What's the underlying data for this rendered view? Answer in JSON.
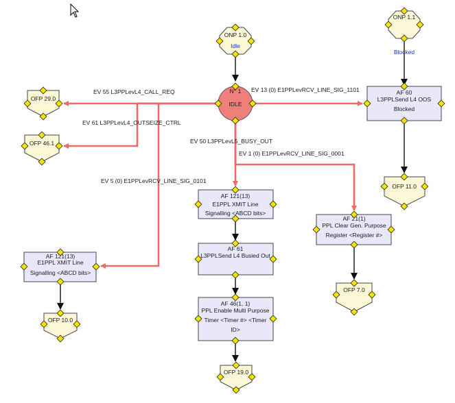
{
  "diagram": {
    "state": {
      "line1": "N° 1",
      "line2": "IDLE"
    },
    "onp_top": {
      "line1": "ONP 1.0",
      "line2": "Idle"
    },
    "onp_right": {
      "line1": "ONP 1.1",
      "line2": "Blocked"
    },
    "af60": {
      "line1": "AF 60",
      "line2": "L3PPLSend L4 OOS",
      "line3": "Blocked"
    },
    "af121_mid": {
      "line1": "AF 121(13)",
      "line2": "E1PPL XMIT Line",
      "line3": "Signalling <ABCD bits>"
    },
    "af61": {
      "line1": "AF 61",
      "line2": "L3PPLSend L4 Busied Out"
    },
    "af46": {
      "line1": "AF 46(1, 1)",
      "line2": "PPL Enable Multi Purpose",
      "line3": "Timer <Timer #> <Timer",
      "line4": "ID>"
    },
    "af21": {
      "line1": "AF 21(1)",
      "line2": "PPL Clear Gen. Purpose",
      "line3": "Register <Register #>"
    },
    "af121_left": {
      "line1": "AF 121(13)",
      "line2": "E1PPL XMIT Line",
      "line3": "Signalling <ABCD bits>"
    },
    "ofp_290": "OFP 29.0",
    "ofp_461": "OFP 46.1",
    "ofp_100": "OFP 10.0",
    "ofp_190": "OFP 19.0",
    "ofp_110": "OFP 11.0",
    "ofp_70": "OFP 7.0",
    "ev55": "EV 55  L3PPLevL4_CALL_REQ",
    "ev61": "EV 61  L3PPLevL4_OUTSEIZE_CTRL",
    "ev13": "EV 13 (0) E1PPLevRCV_LINE_SIG_1101",
    "ev50": "EV 50  L3PPLevL5_BUSY_OUT",
    "ev1": "EV 1 (0) E1PPLevRCV_LINE_SIG_0001",
    "ev5": "EV 5 (0) E1PPLevRCV_LINE_SIG_0101"
  }
}
